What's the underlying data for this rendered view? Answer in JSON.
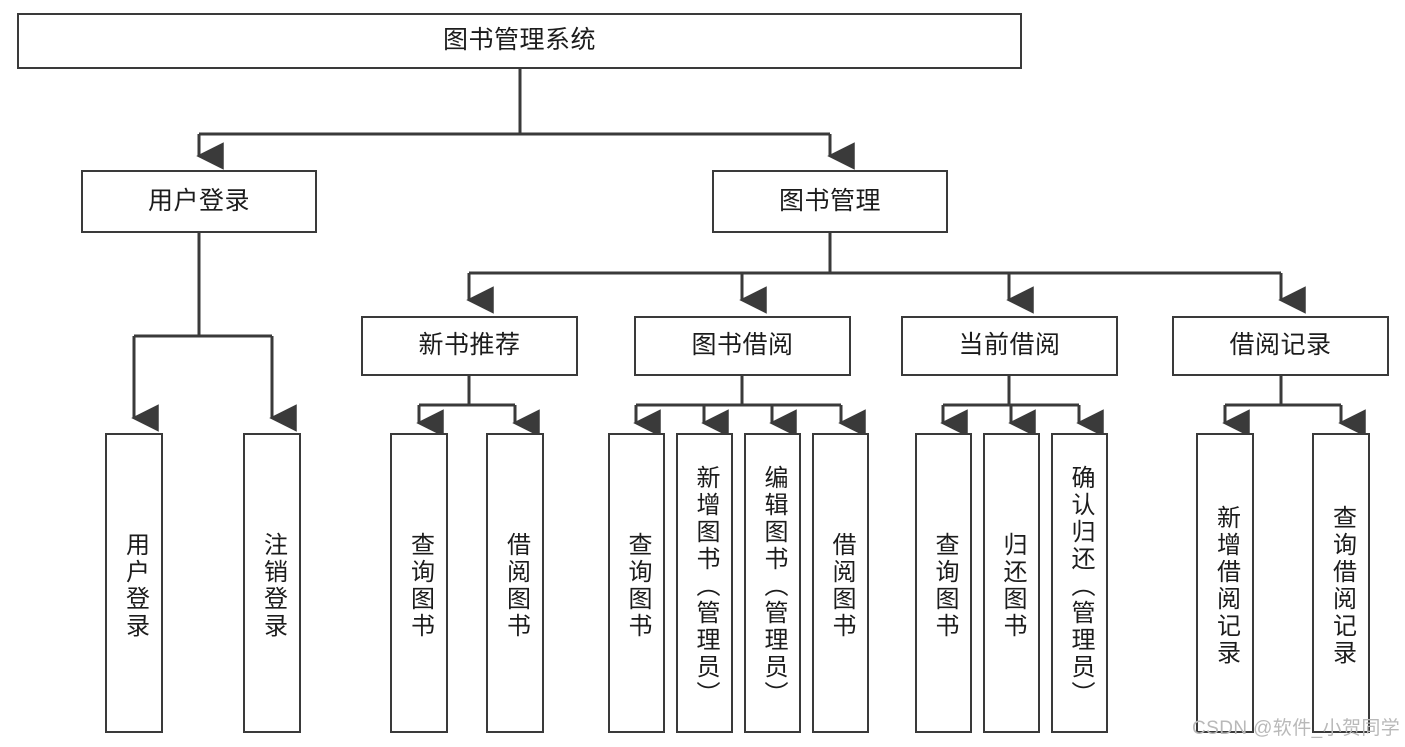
{
  "diagram": {
    "title": "图书管理系统",
    "type": "hierarchy-tree",
    "root": {
      "id": "root",
      "label": "图书管理系统"
    },
    "level2": [
      {
        "id": "user-login",
        "label": "用户登录"
      },
      {
        "id": "book-manage",
        "label": "图书管理"
      }
    ],
    "level3": [
      {
        "id": "new-book-rec",
        "label": "新书推荐",
        "parent": "book-manage"
      },
      {
        "id": "book-borrow",
        "label": "图书借阅",
        "parent": "book-manage"
      },
      {
        "id": "current-borrow",
        "label": "当前借阅",
        "parent": "book-manage"
      },
      {
        "id": "borrow-record",
        "label": "借阅记录",
        "parent": "book-manage"
      }
    ],
    "leaves": {
      "user_login": [
        {
          "id": "leaf-user-login",
          "label": "用户登录"
        },
        {
          "id": "leaf-logout",
          "label": "注销登录"
        }
      ],
      "new_book_rec": [
        {
          "id": "leaf-query-book-1",
          "label": "查询图书"
        },
        {
          "id": "leaf-borrow-book-1",
          "label": "借阅图书"
        }
      ],
      "book_borrow": [
        {
          "id": "leaf-query-book-2",
          "label": "查询图书"
        },
        {
          "id": "leaf-add-book",
          "label": "新增图书（管理员）"
        },
        {
          "id": "leaf-edit-book",
          "label": "编辑图书（管理员）"
        },
        {
          "id": "leaf-borrow-book-2",
          "label": "借阅图书"
        }
      ],
      "current_borrow": [
        {
          "id": "leaf-query-book-3",
          "label": "查询图书"
        },
        {
          "id": "leaf-return-book",
          "label": "归还图书"
        },
        {
          "id": "leaf-confirm-return",
          "label": "确认归还（管理员）"
        }
      ],
      "borrow_record": [
        {
          "id": "leaf-add-record",
          "label": "新增借阅记录"
        },
        {
          "id": "leaf-query-record",
          "label": "查询借阅记录"
        }
      ]
    }
  },
  "watermark": {
    "text": "CSDN @软件_小贺同学"
  },
  "colors": {
    "stroke": "#3a3a3a",
    "text": "#1c1c1c",
    "background": "#ffffff",
    "watermark": "#b9b9b9"
  }
}
